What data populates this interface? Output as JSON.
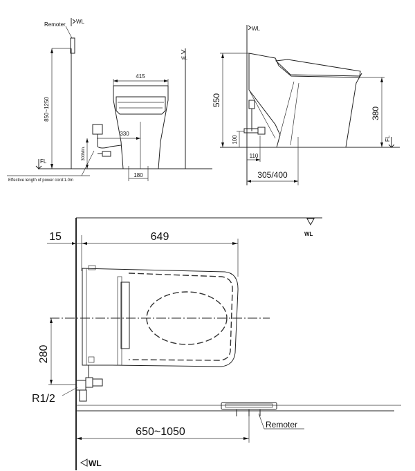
{
  "side_view": {
    "remoter_label": "Remoter",
    "wl_label_top": "WL",
    "wl_label_right": "WL",
    "fl_label": "FL",
    "dim_height_range": "850~1250",
    "dim_width_top": "415",
    "dim_330": "330",
    "dim_300min": "300Min.",
    "dim_180": "180",
    "power_cord_note": "Effective length of power cord:1.0m"
  },
  "profile_view": {
    "wl_label": "WL",
    "fl_label": "FL",
    "dim_total_height": "550",
    "dim_380": "380",
    "dim_100": "100",
    "dim_110": "110",
    "dim_305_400": "305/400"
  },
  "top_view": {
    "wl_label_top": "WL",
    "wl_label_bottom": "WL",
    "dim_15": "15",
    "dim_649": "649",
    "dim_280": "280",
    "dim_r12": "R1/2",
    "dim_650_1050": "650~1050",
    "remoter_label": "Remoter"
  }
}
